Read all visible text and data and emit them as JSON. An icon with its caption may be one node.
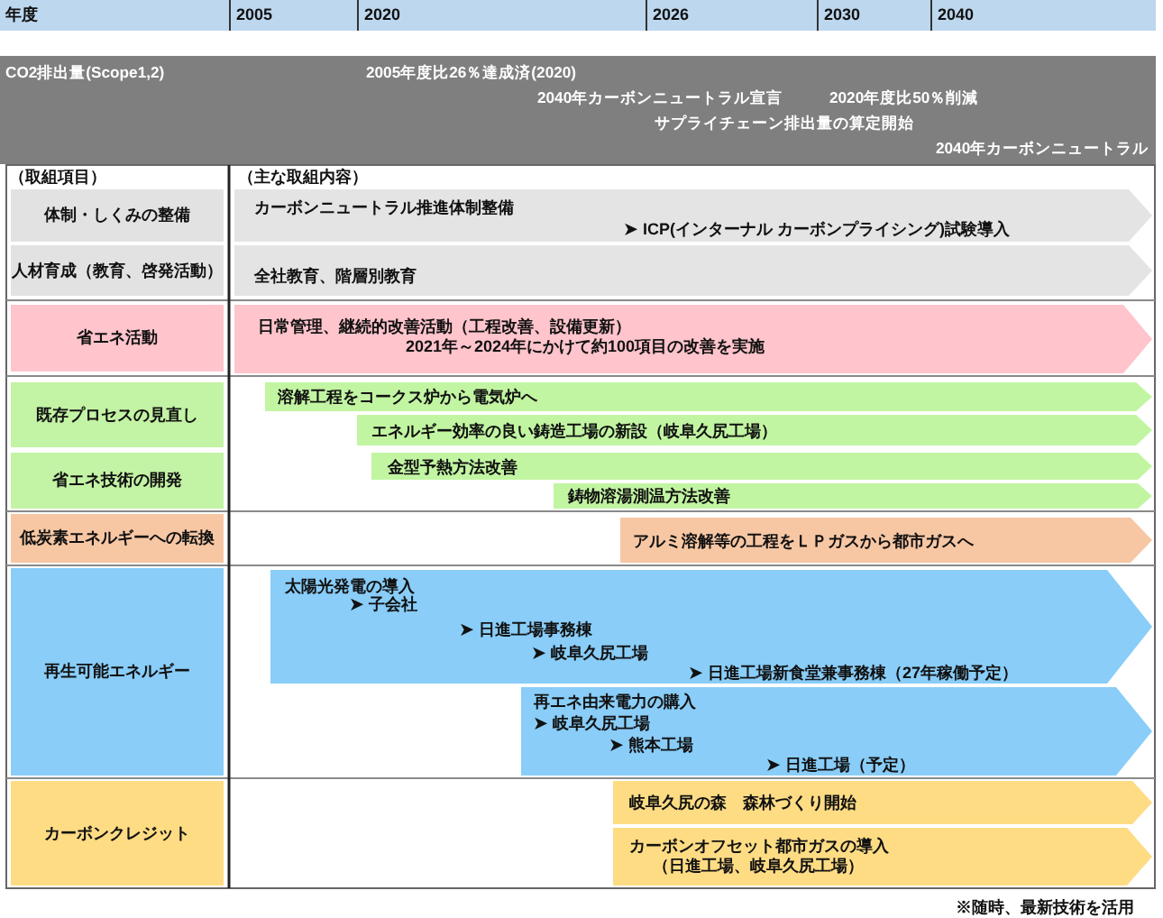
{
  "diagram": {
    "nodes": [
      {
        "text": [
          "CO2排出量(Scope1,2)",
          "2005年度比26％達成済(2020)",
          "2040年カーボンニュートラル宣言",
          "2020年度比50％削減",
          "サプライチェーン排出量の算定開始",
          "2040年カーボンニュートラル"
        ]
      },
      {
        "text": [
          "体制・しくみの整備"
        ]
      },
      {
        "text": [
          "カーボンニュートラル推進体制整備",
          "➤ ICP(インターナル カーボンプライシング)試験導入"
        ]
      },
      {
        "text": [
          "人材育成（教育、啓発活動）"
        ]
      },
      {
        "text": [
          "全社教育、階層別教育"
        ]
      },
      {
        "text": [
          "省エネ活動"
        ]
      },
      {
        "text": [
          "日常管理、継続的改善活動（工程改善、設備更新）",
          "2021年～2024年にかけて約100項目の改善を実施"
        ]
      },
      {
        "text": [
          "既存プロセスの見直し"
        ]
      },
      {
        "text": [
          "溶解工程をコークス炉から電気炉へ"
        ]
      },
      {
        "text": [
          "エネルギー効率の良い鋳造工場の新設（岐阜久尻工場）"
        ]
      },
      {
        "text": [
          "省エネ技術の開発"
        ]
      },
      {
        "text": [
          "金型予熱方法改善"
        ]
      },
      {
        "text": [
          "鋳物溶湯測温方法改善"
        ]
      },
      {
        "text": [
          "低炭素エネルギーへの転換"
        ]
      },
      {
        "text": [
          "アルミ溶解等の工程をＬＰガスから都市ガスへ"
        ]
      },
      {
        "text": [
          "再生可能エネルギー"
        ]
      },
      {
        "text": [
          "太陽光発電の導入",
          "➤ 子会社",
          "➤ 日進工場事務棟",
          "➤ 岐阜久尻工場",
          "➤ 日進工場新食堂兼事務棟（27年稼働予定）"
        ]
      },
      {
        "text": [
          "再エネ由来電力の購入",
          "➤ 岐阜久尻工場",
          "➤ 熊本工場",
          "➤ 日進工場（予定）"
        ]
      },
      {
        "text": [
          "カーボンクレジット"
        ]
      },
      {
        "text": [
          "岐阜久尻の森　森林づくり開始"
        ]
      },
      {
        "text": [
          "カーボンオフセット都市ガスの導入",
          "（日進工場、岐阜久尻工場）"
        ]
      }
    ],
    "labels": [
      "年度",
      "2005",
      "2020",
      "2026",
      "2030",
      "2040",
      "（取組項目）",
      "（主な取組内容）",
      "※随時、最新技術を活用"
    ]
  }
}
